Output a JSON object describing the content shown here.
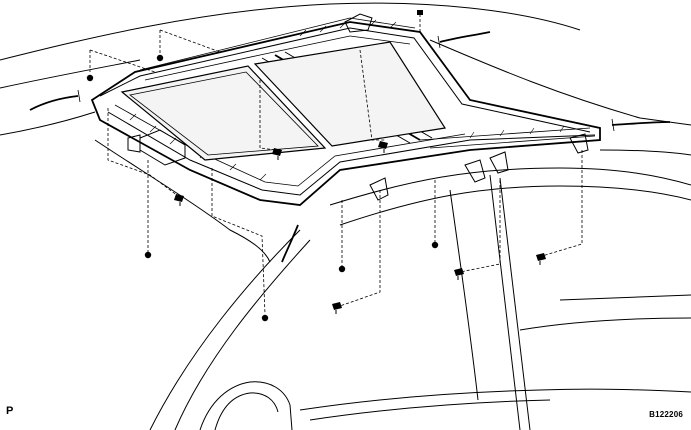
{
  "labels": {
    "view_letter": "P",
    "figure_id": "B122206"
  },
  "fastener_count": 14
}
